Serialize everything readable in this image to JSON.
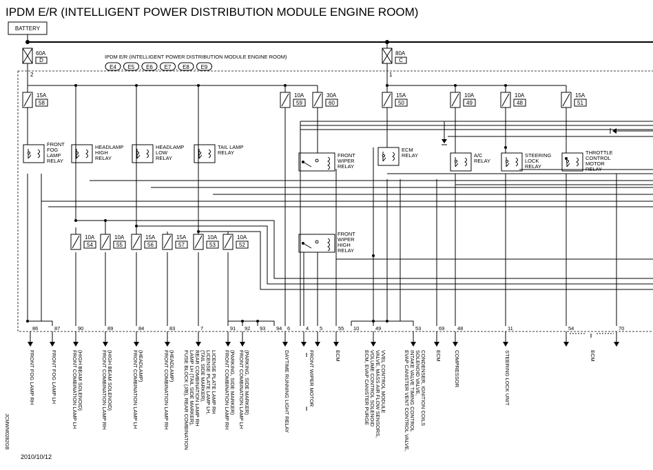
{
  "title": "IPDM E/R (INTELLIGENT POWER DISTRIBUTION MODULE ENGINE ROOM)",
  "battery_label": "BATTERY",
  "module_label": "IPDM E/R (INTELLIGENT POWER DISTRIBUTION MODULE ENGINE ROOM)",
  "connectors": [
    "E4",
    "E5",
    "E6",
    "E7",
    "E8",
    "E9"
  ],
  "main_fuses": [
    {
      "amps": "60A",
      "id": "D",
      "node": "2"
    },
    {
      "amps": "80A",
      "id": "C",
      "node": "1"
    }
  ],
  "fuses": [
    {
      "amps": "15A",
      "id": "58"
    },
    {
      "amps": "10A",
      "id": "59"
    },
    {
      "amps": "30A",
      "id": "60"
    },
    {
      "amps": "15A",
      "id": "50"
    },
    {
      "amps": "10A",
      "id": "49"
    },
    {
      "amps": "10A",
      "id": "48"
    },
    {
      "amps": "15A",
      "id": "51"
    },
    {
      "amps": "10A",
      "id": "54"
    },
    {
      "amps": "10A",
      "id": "55"
    },
    {
      "amps": "15A",
      "id": "56"
    },
    {
      "amps": "15A",
      "id": "57"
    },
    {
      "amps": "10A",
      "id": "53"
    },
    {
      "amps": "10A",
      "id": "52"
    }
  ],
  "relays": [
    {
      "lines": [
        "FRONT",
        "FOG",
        "LAMP",
        "RELAY"
      ]
    },
    {
      "lines": [
        "HEADLAMP",
        "HIGH",
        "RELAY"
      ]
    },
    {
      "lines": [
        "HEADLAMP",
        "LOW",
        "RELAY"
      ]
    },
    {
      "lines": [
        "TAIL LAMP",
        "RELAY"
      ]
    },
    {
      "lines": [
        "FRONT",
        "WIPER",
        "RELAY"
      ]
    },
    {
      "lines": [
        "ECM",
        "RELAY"
      ]
    },
    {
      "lines": [
        "A/C",
        "RELAY"
      ]
    },
    {
      "lines": [
        "STEERING",
        "LOCK",
        "RELAY"
      ]
    },
    {
      "lines": [
        "THROTTLE",
        "CONTROL",
        "MOTOR",
        "RELAY"
      ]
    },
    {
      "lines": [
        "FRONT",
        "WIPER",
        "HIGH",
        "RELAY"
      ]
    }
  ],
  "terminals": [
    "86",
    "87",
    "90",
    "89",
    "84",
    "83",
    "7",
    "91",
    "92",
    "93",
    "94",
    "6",
    "4",
    "5",
    "55",
    "10",
    "49",
    "53",
    "69",
    "48",
    "11",
    "54",
    "70"
  ],
  "outputs": [
    {
      "lines": [
        "FRONT FOG LAMP RH"
      ]
    },
    {
      "lines": [
        "FRONT FOG LAMP LH"
      ]
    },
    {
      "lines": [
        "FRONT COMBINATION LAMP LH",
        "(HIGH BEAM SOLENOID)"
      ]
    },
    {
      "lines": [
        "FRONT COMBINATION LAMP RH",
        "(HIGH BEAM SOLENOID)"
      ]
    },
    {
      "lines": [
        "FRONT COMBINATION LAMP LH",
        "(HEADLAMP)"
      ]
    },
    {
      "lines": [
        "FRONT COMBINATION LAMP RH",
        "(HEADLAMP)"
      ]
    },
    {
      "lines": [
        "FUSE BLOCK (J/B), REAR COMBINATION",
        "LAMP LH (TAIL SIDE MARKER),",
        "REAR COMBINATION LAMP RH",
        "(TAIL SIDE MARKER),",
        "LICENSE PLATE LAMP LH,",
        "LICENSE PLATE LAMP RH"
      ]
    },
    {
      "lines": [
        "FRONT COMBINATION LAMP RH",
        "(PARKING, SIDE MARKER)"
      ]
    },
    {
      "lines": [
        "FRONT COMBINATION LAMP LH",
        "(PARKING, SIDE MARKER)"
      ]
    },
    {
      "lines": [
        "DAYTIME RUNNING LIGHT RELAY"
      ]
    },
    {
      "lines": [
        "FRONT WIPER MOTOR"
      ]
    },
    {
      "lines": [
        "ECM"
      ]
    },
    {
      "lines": [
        "ECM, EVAP CANISTER PURGE",
        "VOLUME CONTROL SOLENOID",
        "VALVE, MASS AIR FLOW SENSORS,",
        "VVEL CONTROL MODULE"
      ]
    },
    {
      "lines": [
        "EVAP CANISTER VENT CONTROL VALVE,",
        "INTAKE VALVE TIMING CONTROL",
        "SOLENOID VALVE,",
        "CONDENSER, IGNITION COILS"
      ]
    },
    {
      "lines": [
        "ECM"
      ]
    },
    {
      "lines": [
        "COMPRESSOR"
      ]
    },
    {
      "lines": [
        "STEERING LOCK UNIT"
      ]
    },
    {
      "lines": [
        "ECM"
      ]
    }
  ],
  "side_code": "JCMWM0282GB",
  "date": "2010/10/12"
}
